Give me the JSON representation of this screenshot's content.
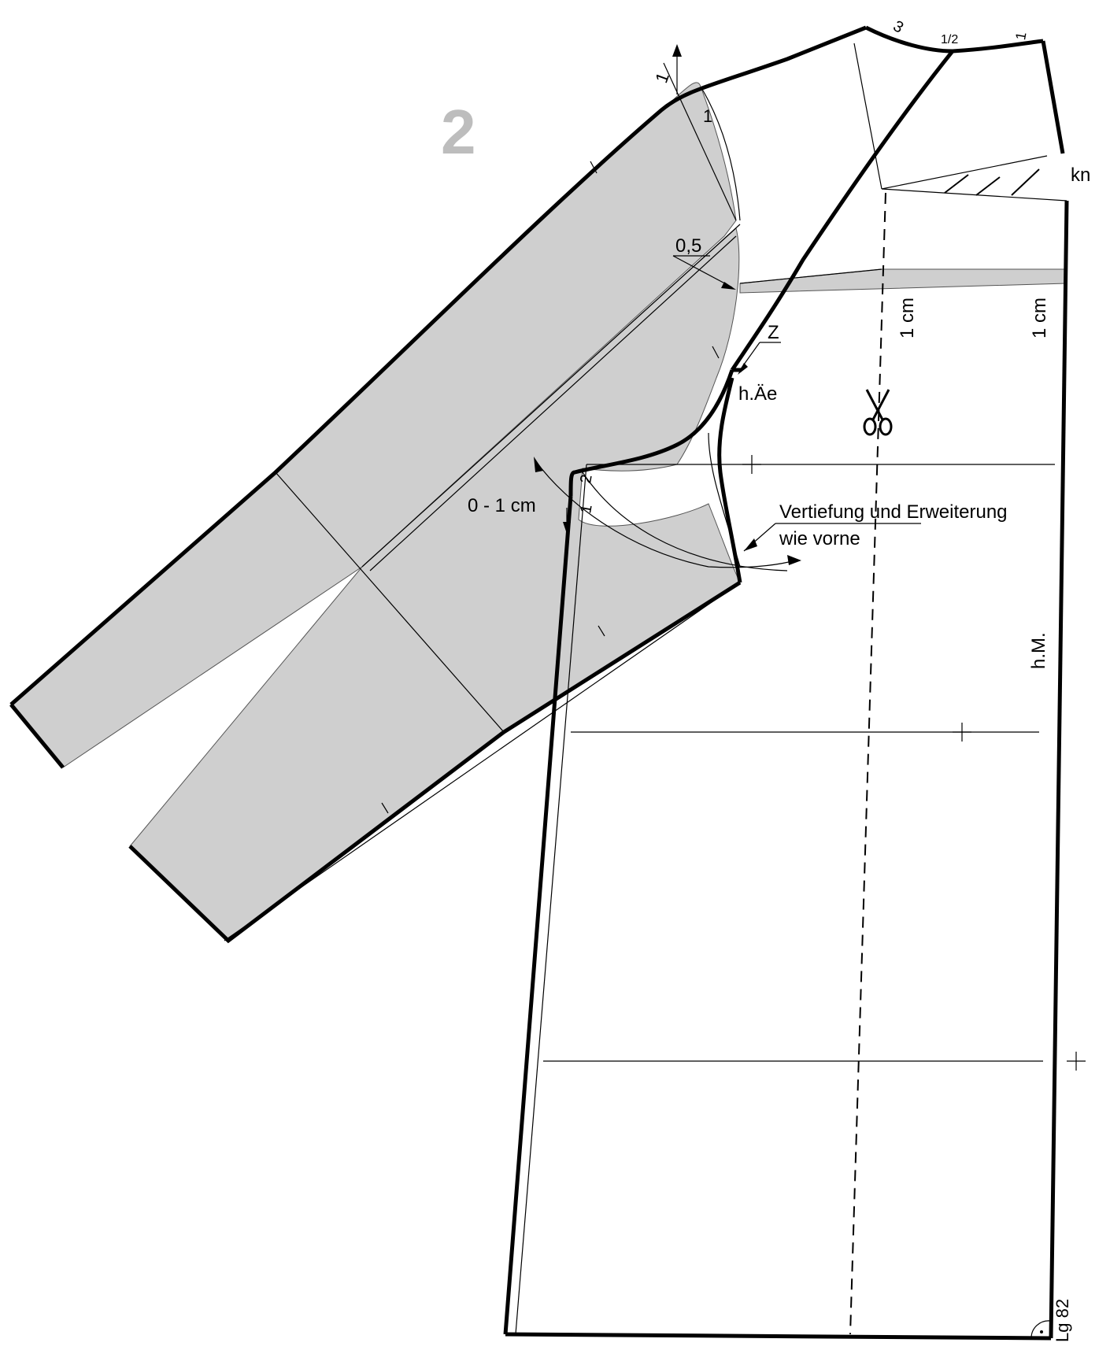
{
  "figure_number": "2",
  "labels": {
    "kn": "kn",
    "seam_3": "3",
    "seam_half": "1/2",
    "seam_1_top": "1",
    "arrow_1": "1",
    "sleeve_1": "1",
    "val_0_5": "0,5",
    "one_cm_a": "1 cm",
    "one_cm_b": "1 cm",
    "z": "Z",
    "h_ae": "h.Äe",
    "mark_2": "2",
    "mark_1": "1",
    "zero_one_cm": "0 - 1 cm",
    "note_line1": "Vertiefung und Erweiterung",
    "note_line2": "wie vorne",
    "hm": "h.M.",
    "lg": "Lg 82"
  },
  "icons": {
    "scissors": "scissors-icon"
  },
  "colors": {
    "fill_gray": "#cfcfcf",
    "line": "#000000",
    "figure_number": "#bdbdbd"
  }
}
